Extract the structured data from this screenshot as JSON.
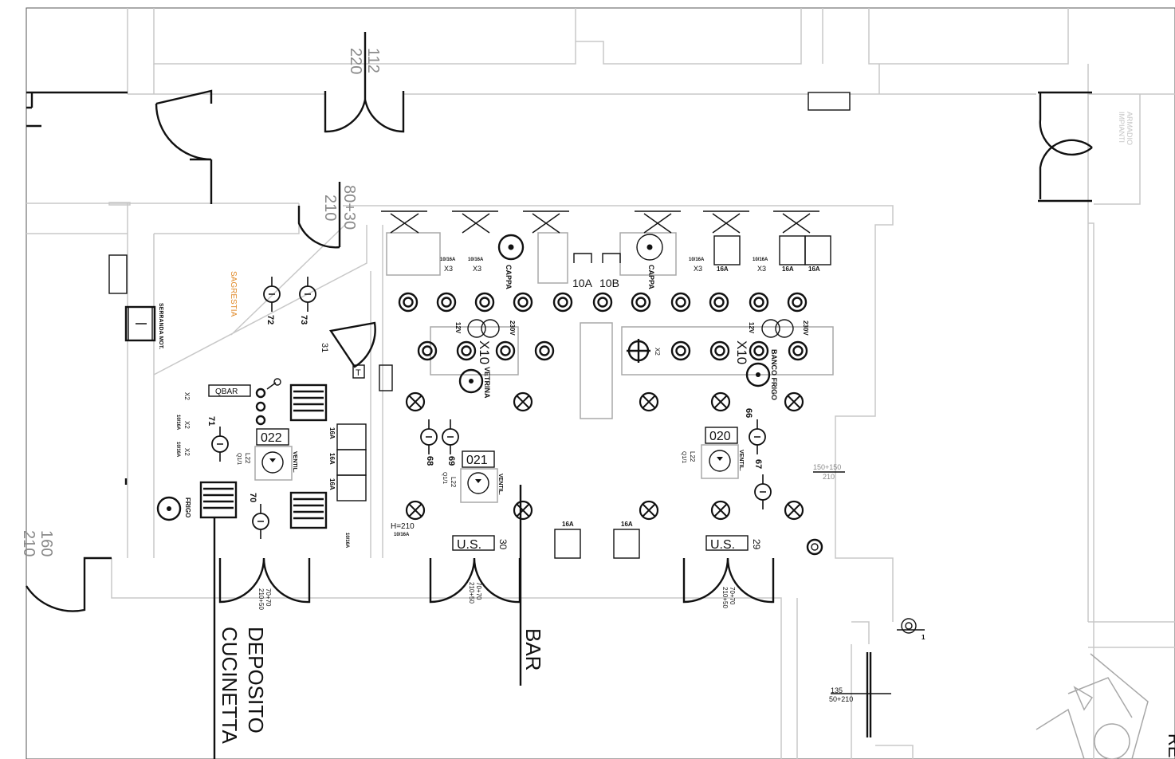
{
  "colors": {
    "ink": "#111111",
    "wall": "#c8c8c8",
    "room_label_orange": "#e08a2a"
  },
  "rooms": {
    "sagrestia": "SAGRESTIA",
    "bar": "BAR",
    "deposito": "DEPOSITO",
    "cucinetta": "CUCINETTA",
    "armadio_line1": "ARMADIO",
    "armadio_line2": "IMPIANTI",
    "edge_fragment": "RE"
  },
  "door_dims": {
    "top_a": "112",
    "top_b": "220",
    "mid_a": "80+30",
    "mid_b": "210",
    "left_a": "160",
    "left_b": "210",
    "d1": "70+70",
    "d1b": "210+50",
    "d2": "70+70",
    "d2b": "210+50",
    "d3": "70+70",
    "d3b": "210+50",
    "opening_a": "150+150",
    "opening_b": "210",
    "side_a": "135",
    "side_b": "50+210"
  },
  "circuits": {
    "c022": "022",
    "c021": "021",
    "c020": "020"
  },
  "us_labels": {
    "us1": "U.S.",
    "us2": "U.S.",
    "us1_num": "30",
    "us2_num": "29"
  },
  "device_labels": {
    "qbar": "QBAR",
    "serranda": "SERRANDA MOT.",
    "frigo": "FRIGO",
    "vetrina": "VETRINA",
    "banco_frigo": "BANCO FRIGO",
    "cappa1": "CAPPA",
    "cappa2": "CAPPA",
    "ventil": "VENTIL.",
    "l22": "L22",
    "q11": "Q1/1",
    "h210": "H=210",
    "a10": "10A",
    "b10": "10B",
    "a16": "16A",
    "a1016": "10/16A",
    "x2": "X2",
    "x3": "X3",
    "x10": "X10",
    "v12": "12V",
    "v230": "230V",
    "t": "T",
    "num_31": "31",
    "num_1": "1"
  },
  "point_numbers": {
    "p66": "66",
    "p67": "67",
    "p68": "68",
    "p69": "69",
    "p70": "70",
    "p71": "71",
    "p72": "72",
    "p73": "73"
  }
}
